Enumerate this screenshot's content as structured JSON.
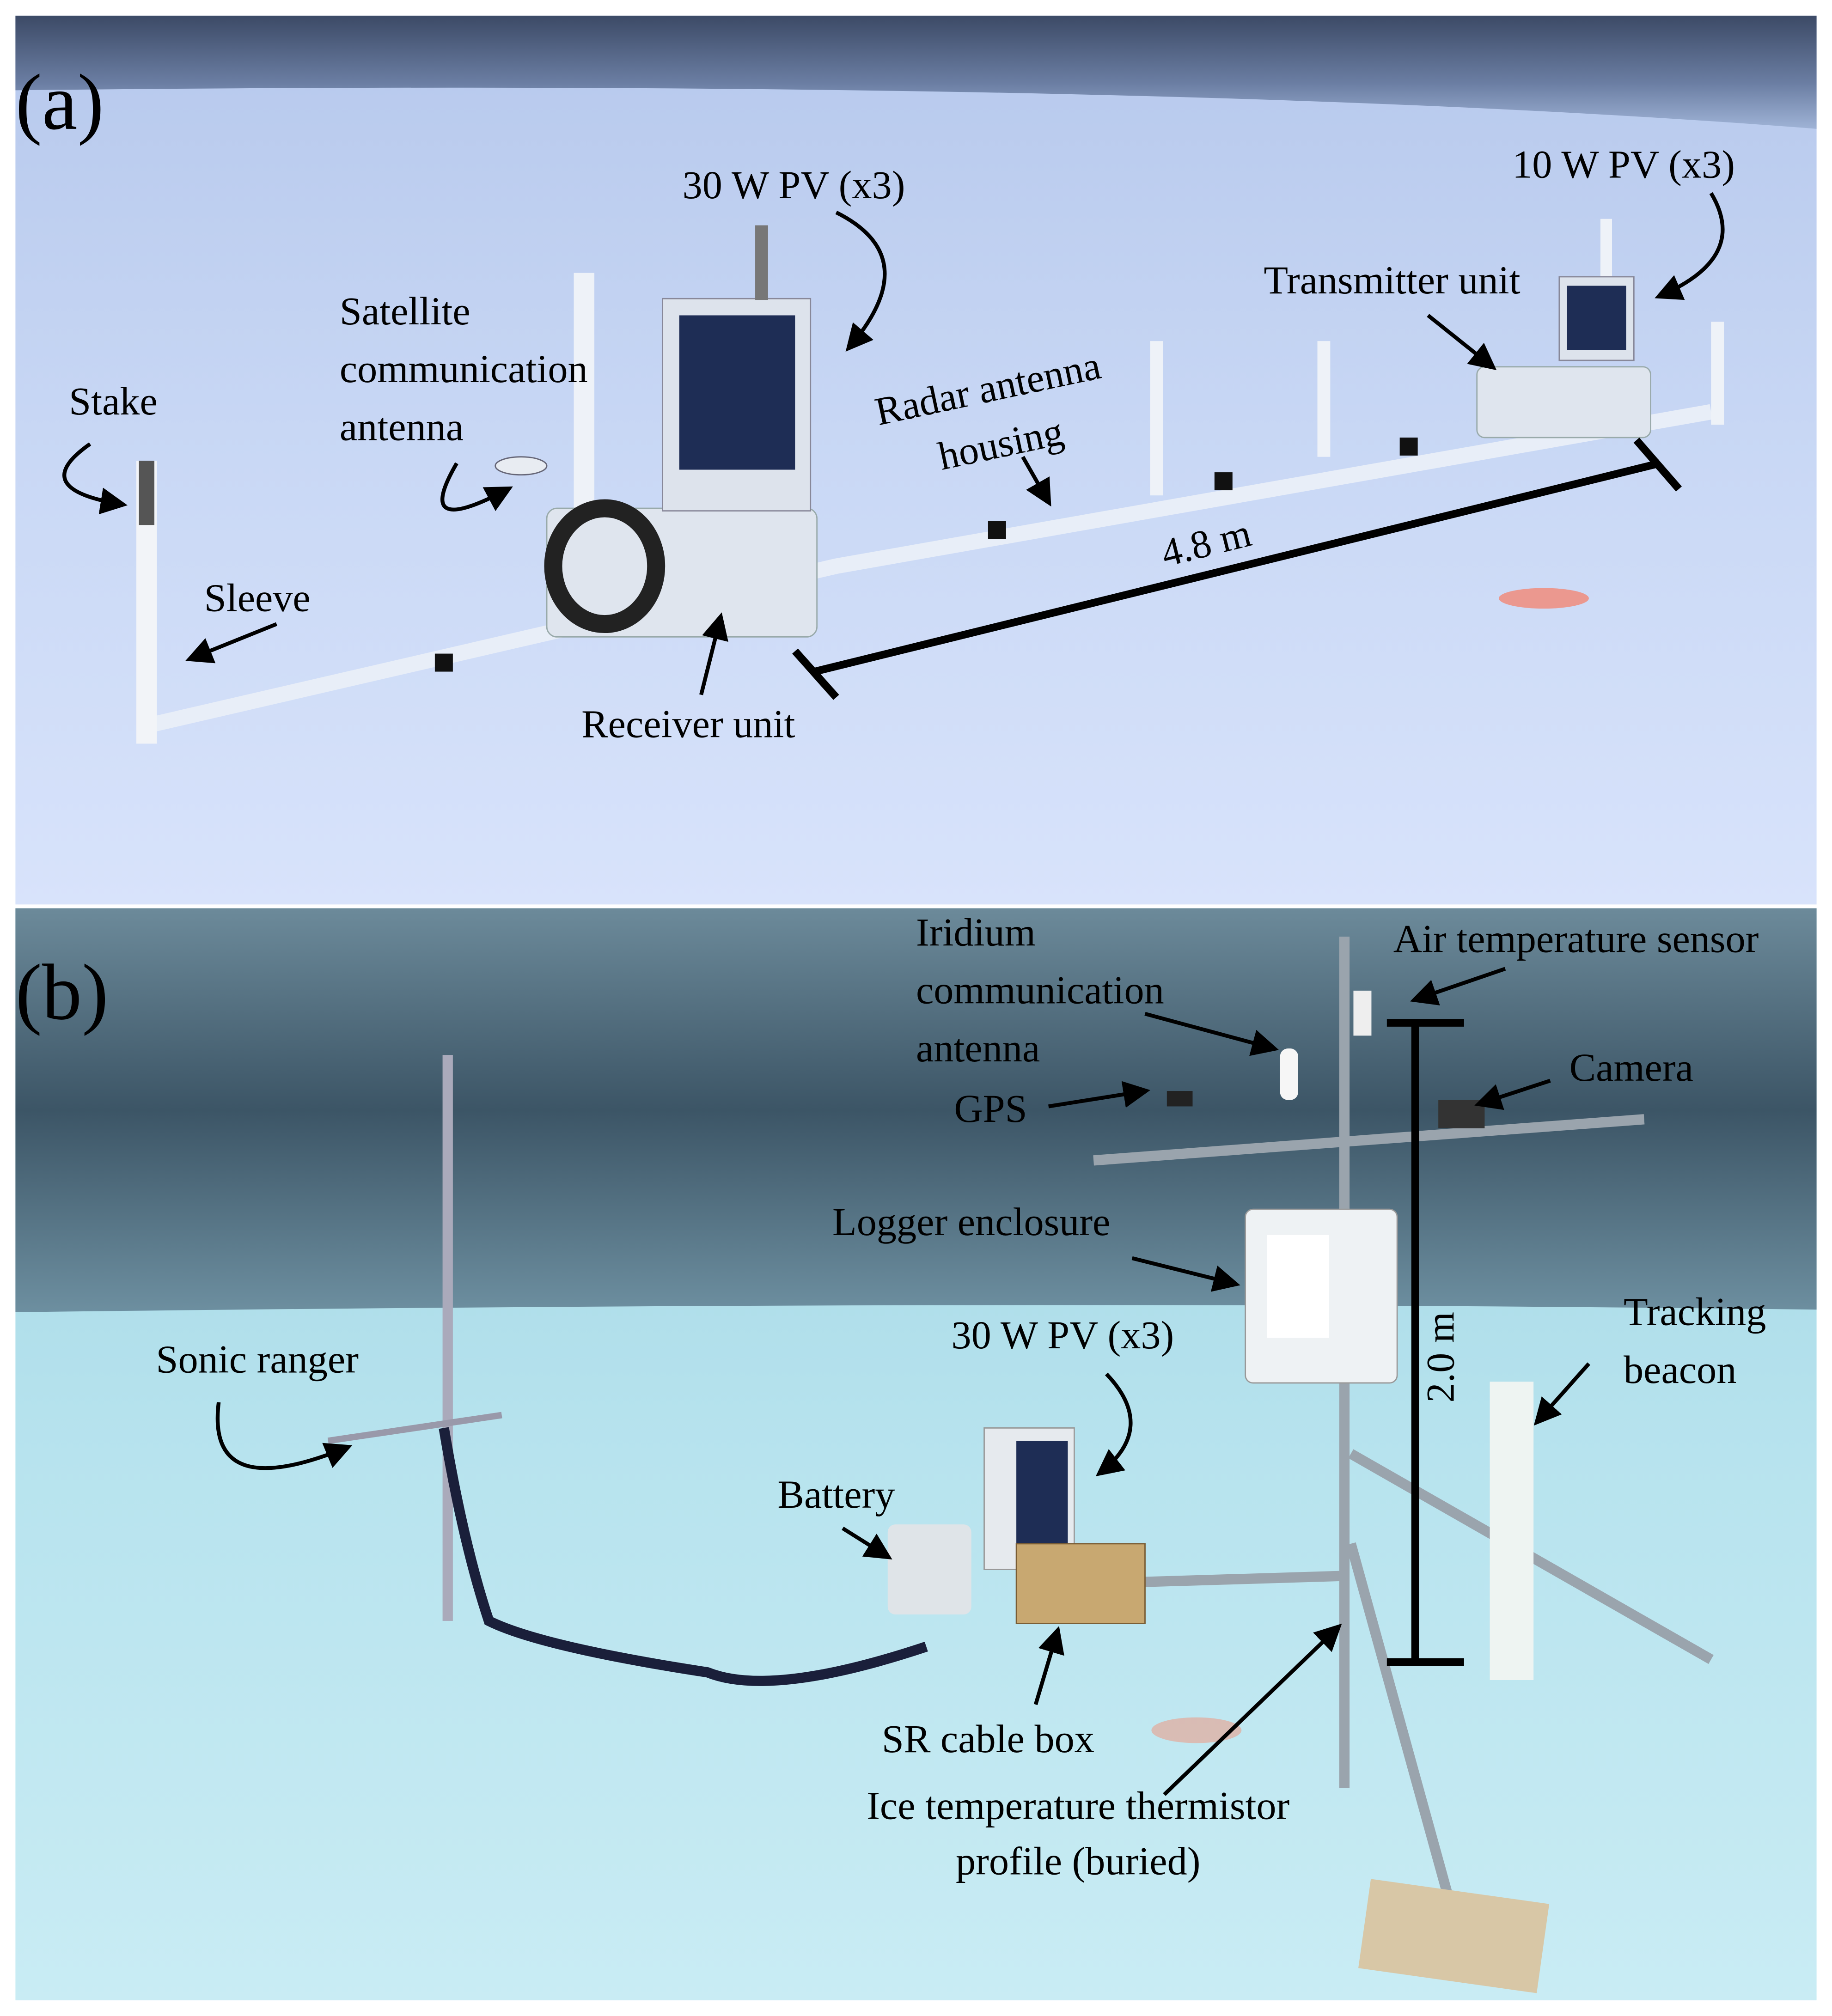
{
  "panel_a": {
    "tag": "(a)",
    "labels": {
      "pv30": "30 W PV (x3)",
      "pv10": "10 W PV (x3)",
      "transmitter": "Transmitter unit",
      "sat_1": "Satellite",
      "sat_2": "communication",
      "sat_3": "antenna",
      "stake": "Stake",
      "radar_1": "Radar antenna",
      "radar_2": "housing",
      "sleeve": "Sleeve",
      "distance": "4.8 m",
      "receiver": "Receiver unit"
    }
  },
  "panel_b": {
    "tag": "(b)",
    "labels": {
      "iridium_1": "Iridium",
      "iridium_2": "communication",
      "iridium_3": "antenna",
      "air_temp": "Air temperature sensor",
      "gps": "GPS",
      "camera": "Camera",
      "logger": "Logger enclosure",
      "height": "2.0 m",
      "beacon_1": "Tracking",
      "beacon_2": "beacon",
      "pv30": "30 W PV (x3)",
      "sonic": "Sonic ranger",
      "battery": "Battery",
      "sr_box": "SR cable box",
      "thermistor_1": "Ice temperature thermistor",
      "thermistor_2": "profile (buried)"
    }
  }
}
